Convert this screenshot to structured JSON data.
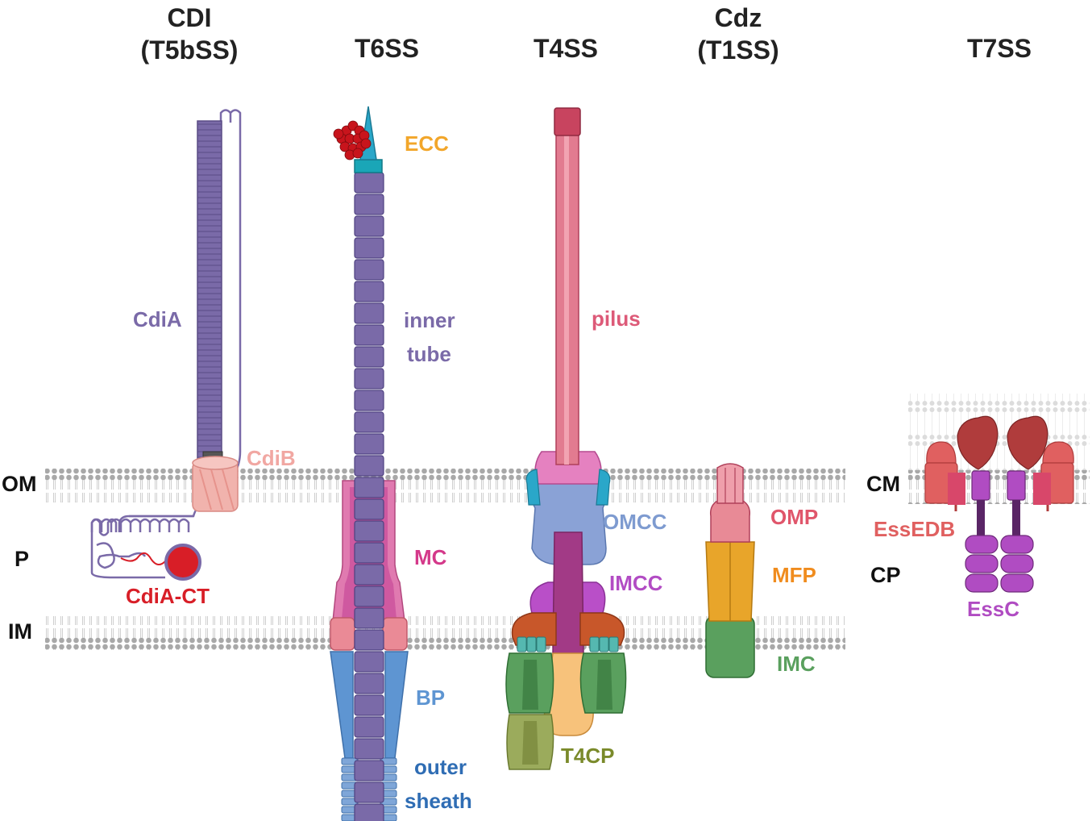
{
  "titles": {
    "cdi_line1": "CDI",
    "cdi_line2": "(T5bSS)",
    "t6ss": "T6SS",
    "t4ss": "T4SS",
    "cdz_line1": "Cdz",
    "cdz_line2": "(T1SS)",
    "t7ss": "T7SS"
  },
  "compartments": {
    "om": "OM",
    "p": "P",
    "im": "IM",
    "cm": "CM",
    "cp": "CP"
  },
  "labels": {
    "cdia": "CdiA",
    "cdib": "CdiB",
    "cdia_ct": "CdiA-CT",
    "ecc": "ECC",
    "inner_tube_1": "inner",
    "inner_tube_2": "tube",
    "mc": "MC",
    "bp": "BP",
    "outer_sheath_1": "outer",
    "outer_sheath_2": "sheath",
    "pilus": "pilus",
    "omcc": "OMCC",
    "imcc": "IMCC",
    "t4cp": "T4CP",
    "omp": "OMP",
    "mfp": "MFP",
    "imc": "IMC",
    "essedb": "EssEDB",
    "essc": "EssC"
  },
  "colors": {
    "cdi_purple": "#7a6aa8",
    "cdib_pink": "#f1a7a2",
    "cdia_ct_red": "#d81e27",
    "ecc_orange": "#f2a62a",
    "tube_purple": "#7a6aa8",
    "mc_magenta": "#d4398a",
    "bp_blue": "#5e95d2",
    "sheath_blue": "#2f6db4",
    "pilus_pink": "#dd5a78",
    "omcc_blue": "#7e9bd0",
    "imcc_purple": "#b24cc4",
    "t4cp_olive": "#7a8a2a",
    "omp_pink": "#e0566b",
    "mfp_orange": "#f08c1e",
    "imc_green": "#5aa05e",
    "essedb_red": "#e06060",
    "essc_violet": "#b04cc2"
  }
}
